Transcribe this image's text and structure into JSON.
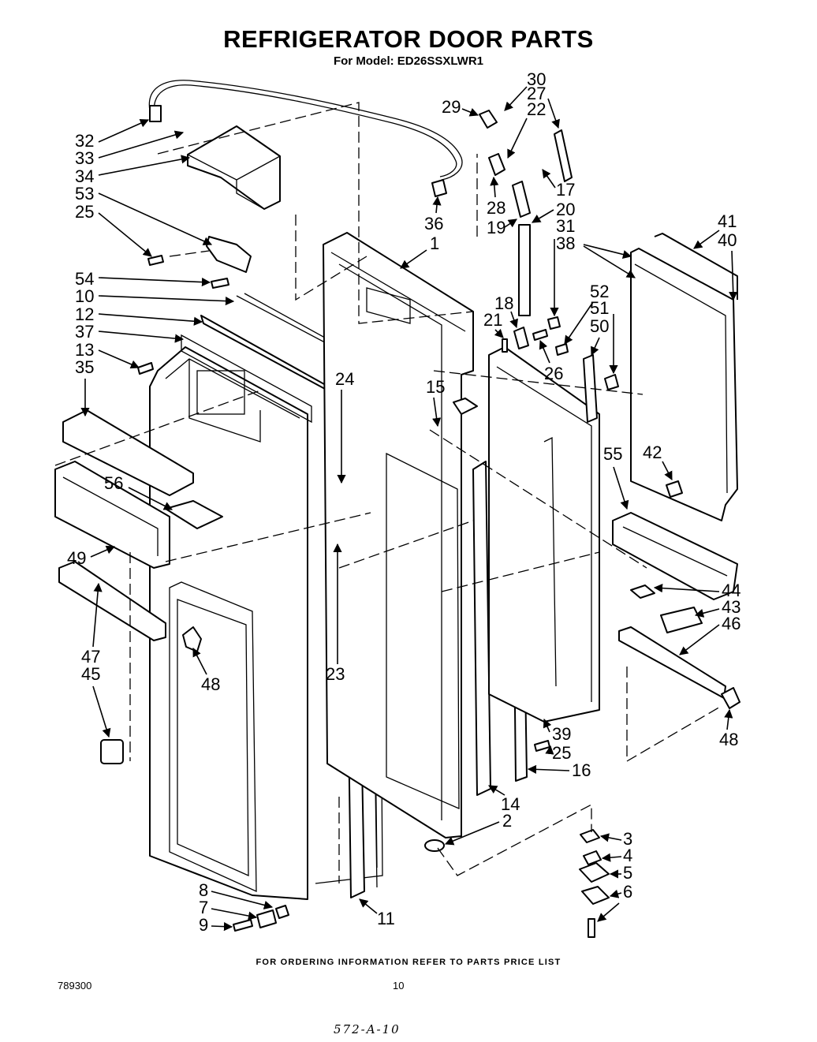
{
  "title": "REFRIGERATOR DOOR PARTS",
  "model_line": "For Model: ED26SSXLWR1",
  "footer_note": "FOR ORDERING INFORMATION REFER TO PARTS PRICE LIST",
  "doc_number": "789300",
  "page_number": "10",
  "handwritten_note": "572-A-10",
  "callouts": {
    "c1": "1",
    "c2": "2",
    "c3": "3",
    "c4": "4",
    "c5": "5",
    "c6": "6",
    "c7": "7",
    "c8": "8",
    "c9": "9",
    "c10": "10",
    "c11": "11",
    "c12": "12",
    "c13": "13",
    "c14": "14",
    "c15": "15",
    "c16": "16",
    "c17": "17",
    "c18": "18",
    "c19": "19",
    "c20": "20",
    "c21": "21",
    "c22": "22",
    "c23": "23",
    "c24": "24",
    "c25a": "25",
    "c25b": "25",
    "c26": "26",
    "c27": "27",
    "c28": "28",
    "c29": "29",
    "c30": "30",
    "c31": "31",
    "c32": "32",
    "c33": "33",
    "c34": "34",
    "c35": "35",
    "c36": "36",
    "c37": "37",
    "c38": "38",
    "c39": "39",
    "c40": "40",
    "c41": "41",
    "c42": "42",
    "c43": "43",
    "c44": "44",
    "c45": "45",
    "c46": "46",
    "c47": "47",
    "c48a": "48",
    "c48b": "48",
    "c49": "49",
    "c50": "50",
    "c51": "51",
    "c52": "52",
    "c53": "53",
    "c54": "54",
    "c55": "55",
    "c56": "56"
  }
}
